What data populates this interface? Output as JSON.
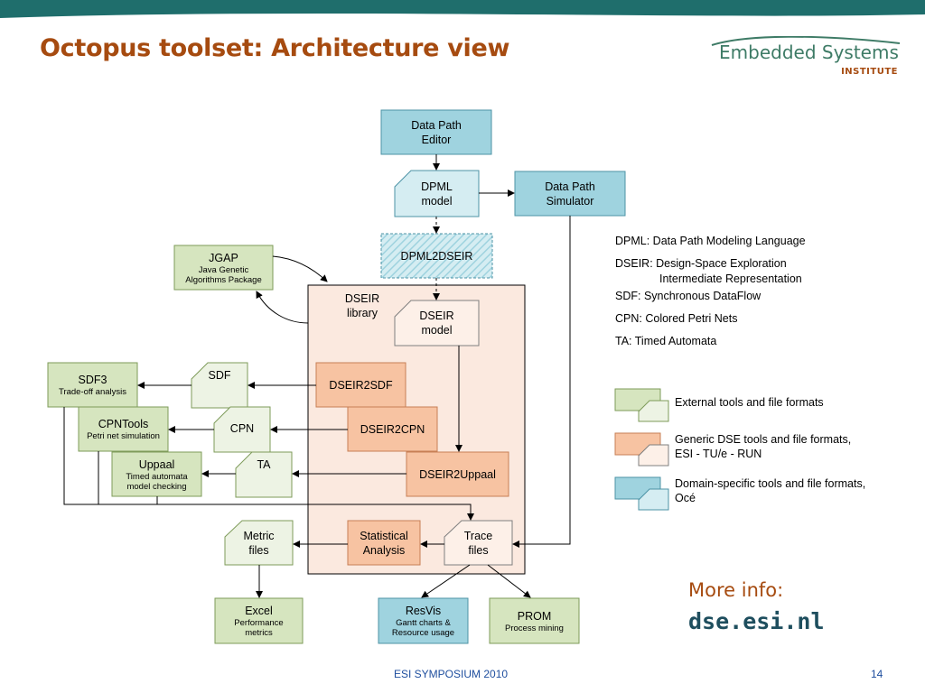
{
  "slide": {
    "title": "Octopus toolset: Architecture view",
    "logo": {
      "main": "Embedded Systems",
      "sub": "INSTITUTE"
    },
    "footer": {
      "center": "ESI SYMPOSIUM 2010",
      "page": "14"
    },
    "more_info": {
      "label": "More info:",
      "link": "dse.esi.nl"
    }
  },
  "colors": {
    "accent": "#a64b10",
    "topbar": "#1f6e6c",
    "green_fill": "#d6e5bf",
    "green_light": "#edf3e4",
    "green_stroke": "#7e9b5a",
    "blue_fill": "#9fd3df",
    "blue_light": "#d5edf2",
    "blue_stroke": "#4d93a6",
    "orange_fill": "#f7c3a2",
    "orange_light": "#fdf0e8",
    "orange_stroke": "#c77f55",
    "library_fill": "#fbe9df"
  },
  "nodes": {
    "dp_editor": {
      "line1": "Data Path",
      "line2": "Editor"
    },
    "dpml_model": {
      "line1": "DPML",
      "line2": "model"
    },
    "dp_simulator": {
      "line1": "Data Path",
      "line2": "Simulator"
    },
    "dpml2dseir": {
      "label": "DPML2DSEIR"
    },
    "jgap": {
      "title": "JGAP",
      "sub1": "Java Genetic",
      "sub2": "Algorithms Package"
    },
    "dseir_library": {
      "line1": "DSEIR",
      "line2": "library"
    },
    "dseir_model": {
      "line1": "DSEIR",
      "line2": "model"
    },
    "sdf3": {
      "title": "SDF3",
      "sub1": "Trade-off analysis"
    },
    "sdf": {
      "label": "SDF"
    },
    "dseir2sdf": {
      "label": "DSEIR2SDF"
    },
    "cpntools": {
      "title": "CPNTools",
      "sub1": "Petri net simulation"
    },
    "cpn": {
      "label": "CPN"
    },
    "dseir2cpn": {
      "label": "DSEIR2CPN"
    },
    "uppaal": {
      "title": "Uppaal",
      "sub1": "Timed automata",
      "sub2": "model checking"
    },
    "ta": {
      "label": "TA"
    },
    "dseir2uppaal": {
      "label": "DSEIR2Uppaal"
    },
    "metric_files": {
      "line1": "Metric",
      "line2": "files"
    },
    "stat_analysis": {
      "line1": "Statistical",
      "line2": "Analysis"
    },
    "trace_files": {
      "line1": "Trace",
      "line2": "files"
    },
    "excel": {
      "title": "Excel",
      "sub1": "Performance",
      "sub2": "metrics"
    },
    "resvis": {
      "title": "ResVis",
      "sub1": "Gantt charts &",
      "sub2": "Resource usage"
    },
    "prom": {
      "title": "PROM",
      "sub1": "Process mining"
    }
  },
  "definitions": [
    "DPML: Data Path Modeling Language",
    "DSEIR: Design-Space Exploration",
    "Intermediate Representation",
    "SDF: Synchronous DataFlow",
    "CPN: Colored Petri Nets",
    "TA: Timed Automata"
  ],
  "legend": [
    {
      "line1": "External tools and file formats",
      "line2": ""
    },
    {
      "line1": "Generic DSE tools and file formats,",
      "line2": "ESI - TU/e - RUN"
    },
    {
      "line1": "Domain-specific tools and file formats,",
      "line2": "Océ"
    }
  ]
}
